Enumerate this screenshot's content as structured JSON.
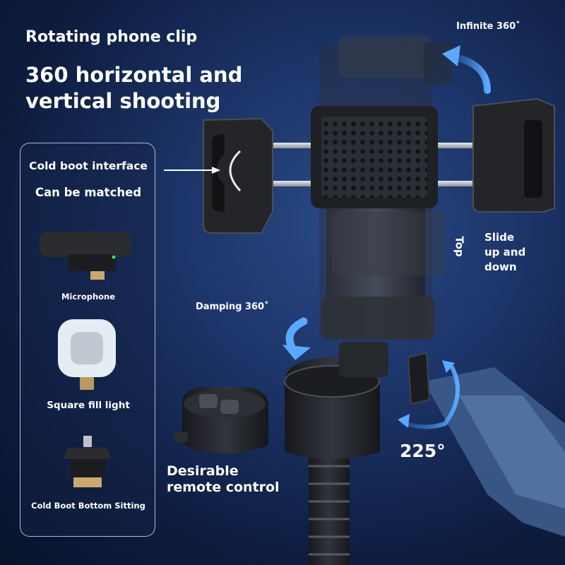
{
  "header": {
    "title": "Rotating phone clip",
    "headline_line1": "360 horizontal and",
    "headline_line2": "vertical shooting"
  },
  "panel": {
    "title": "Cold boot interface",
    "subtitle": "Can be matched",
    "items": [
      {
        "label": "Microphone",
        "icon": "microphone-icon"
      },
      {
        "label": "Square fill light",
        "icon": "fill-light-icon"
      },
      {
        "label": "Cold Boot Bottom Sitting",
        "icon": "cold-shoe-mount-icon"
      }
    ]
  },
  "callouts": {
    "infinite": "Infinite 360˚",
    "damping": "Damping 360˚",
    "top": "Top",
    "slide_line1": "Slide",
    "slide_line2": "up and",
    "slide_line3": "down",
    "angle": "225°",
    "remote_line1": "Desirable",
    "remote_line2": "remote control"
  },
  "colors": {
    "accent_arrow": "#3f8fe0",
    "panel_border": "#c8d7f0",
    "background": "#1c3468"
  }
}
